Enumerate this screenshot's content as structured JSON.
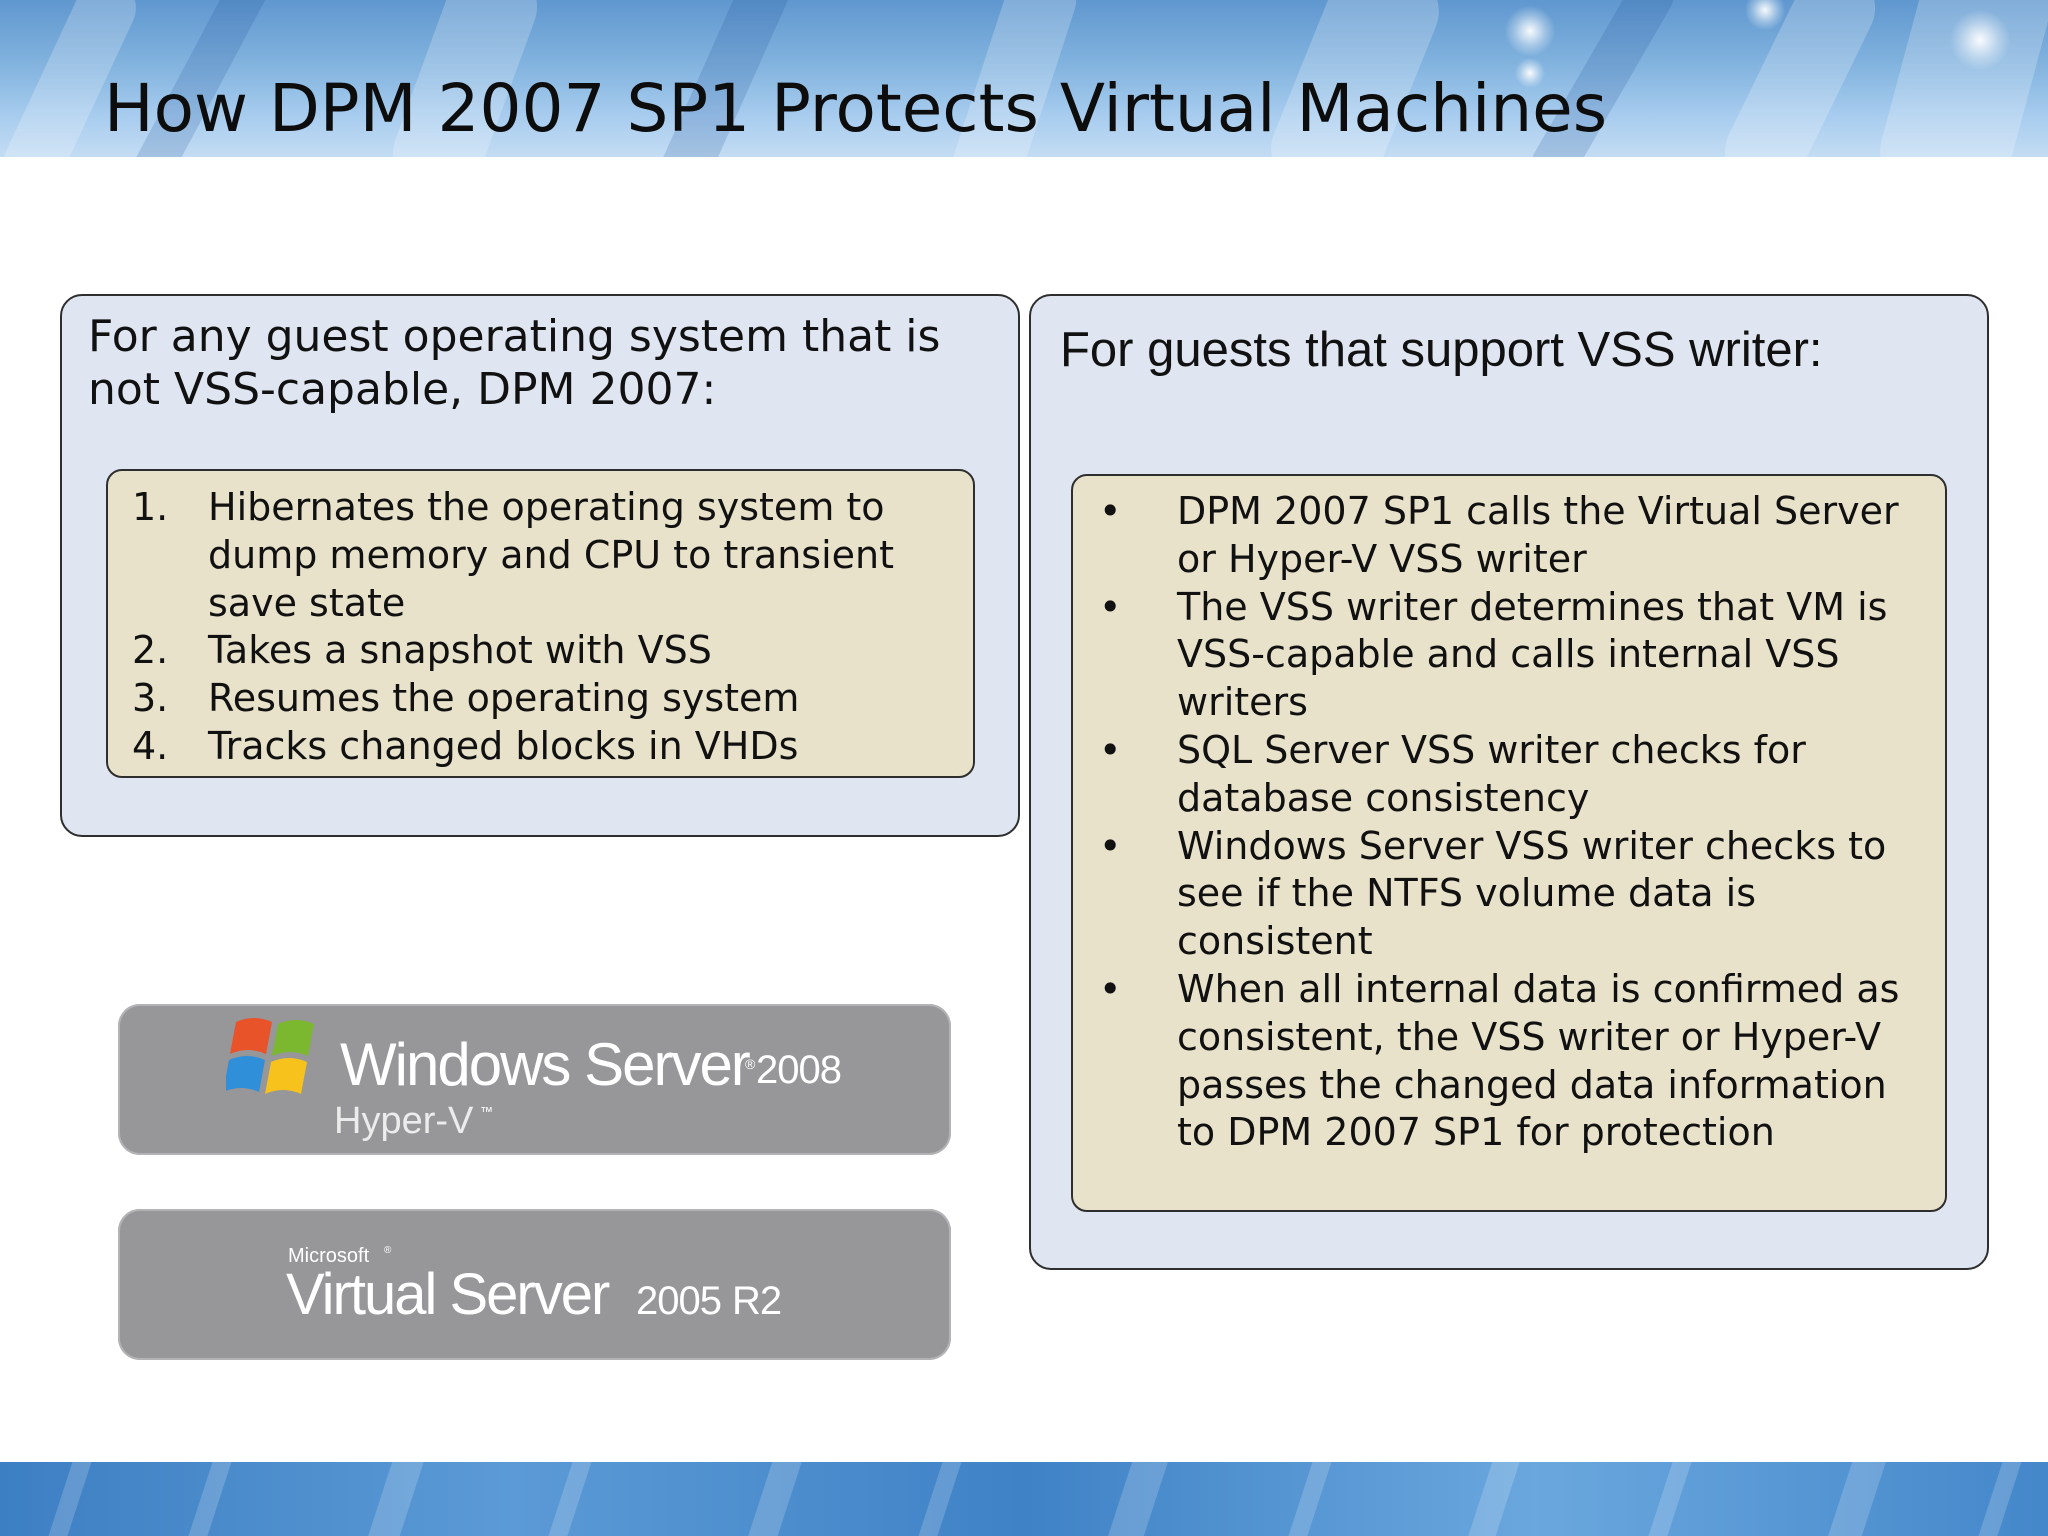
{
  "slide": {
    "title": "How DPM 2007 SP1 Protects Virtual Machines"
  },
  "left_panel": {
    "heading": "For any guest operating system that is not VSS-capable, DPM 2007:",
    "steps": [
      {
        "marker": "1.",
        "text": "Hibernates the operating system to dump memory and CPU to transient save state"
      },
      {
        "marker": "2.",
        "text": "Takes a snapshot with VSS"
      },
      {
        "marker": "3.",
        "text": "Resumes the operating system"
      },
      {
        "marker": "4.",
        "text": "Tracks changed blocks in VHDs"
      }
    ]
  },
  "right_panel": {
    "heading": "For guests that support VSS writer:",
    "bullets": [
      {
        "marker": "•",
        "text": "DPM 2007 SP1 calls the Virtual Server or Hyper-V VSS writer"
      },
      {
        "marker": "•",
        "text": "The VSS writer determines that VM is VSS-capable and calls internal VSS writers"
      },
      {
        "marker": "•",
        "text": "SQL Server VSS writer checks for database consistency"
      },
      {
        "marker": "•",
        "text": "Windows Server VSS writer checks to see if the NTFS volume data is consistent"
      },
      {
        "marker": "•",
        "text": "When all internal data is confirmed as consistent, the VSS writer or Hyper-V passes the changed data information to DPM 2007 SP1 for protection"
      }
    ]
  },
  "logos": {
    "windows_server": {
      "name": "Windows Server",
      "version": "2008",
      "sub": "Hyper-V",
      "tm": "™",
      "reg": "®"
    },
    "virtual_server": {
      "brand": "Microsoft",
      "reg": "®",
      "name": "Virtual Server",
      "version": "2005",
      "release": "R2"
    }
  },
  "colors": {
    "outer_box": "#dfe6f1",
    "inner_box": "#e9e2cb",
    "logo_card": "#979699",
    "header_blue": "#6fa5d8"
  }
}
